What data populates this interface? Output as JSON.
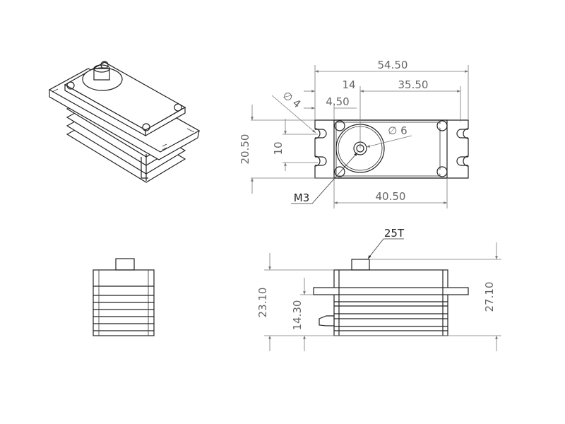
{
  "top_view": {
    "overall_length": "54.50",
    "shaft_offset": "14",
    "shaft_to_end": "35.50",
    "hole_offset": "4.50",
    "hole_diameter": "∅ 4",
    "spline_diameter": "∅ 6",
    "flange_height": "20.50",
    "slot_spacing": "10",
    "screw_thread": "M3",
    "body_length": "40.50"
  },
  "side_view": {
    "body_height": "23.10",
    "flange_height": "14.30",
    "total_height": "27.10",
    "spline_teeth": "25T"
  }
}
